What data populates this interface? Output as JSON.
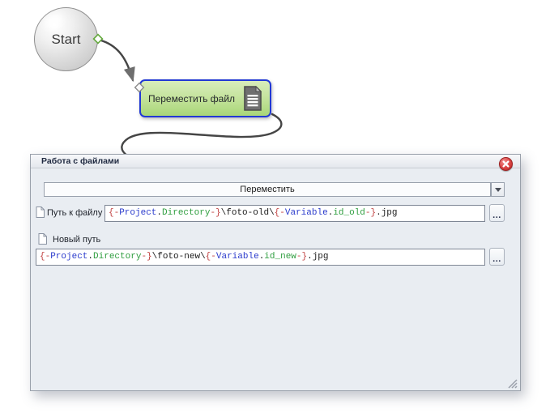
{
  "colors": {
    "macro_brace": "#c04040",
    "macro_object": "#2b3bcc",
    "macro_property": "#2f9e3f",
    "macro_literal": "#1c1c1c",
    "node_border": "#2239d4",
    "node_fill": "#b7dc88",
    "close_red": "#dd4848"
  },
  "flow": {
    "start_node": {
      "label": "Start"
    },
    "action_node": {
      "label": "Переместить файл",
      "icon": "document-icon"
    }
  },
  "icons": {
    "close": "close-icon",
    "dropdown_arrow": "chevron-down-icon",
    "document": "document-icon",
    "page": "page-icon",
    "resize": "resize-grip-icon"
  },
  "dialog": {
    "title": "Работа с файлами",
    "action_dropdown": {
      "value": "Переместить"
    },
    "fields": [
      {
        "label": "Путь к файлу",
        "value": "{-Project.Directory-}\\foto-old\\{-Variable.id_old-}.jpg",
        "browse_label": "...",
        "segments": [
          {
            "text": "{-",
            "type": "macro_brace"
          },
          {
            "text": "Project",
            "type": "macro_object"
          },
          {
            "text": ".",
            "type": "macro_literal"
          },
          {
            "text": "Directory",
            "type": "macro_property"
          },
          {
            "text": "-}",
            "type": "macro_brace"
          },
          {
            "text": "\\foto-old\\",
            "type": "macro_literal"
          },
          {
            "text": "{-",
            "type": "macro_brace"
          },
          {
            "text": "Variable",
            "type": "macro_object"
          },
          {
            "text": ".",
            "type": "macro_literal"
          },
          {
            "text": "id_old",
            "type": "macro_property"
          },
          {
            "text": "-}",
            "type": "macro_brace"
          },
          {
            "text": ".jpg",
            "type": "macro_literal"
          }
        ]
      },
      {
        "label": "Новый путь",
        "value": "{-Project.Directory-}\\foto-new\\{-Variable.id_new-}.jpg",
        "browse_label": "...",
        "segments": [
          {
            "text": "{-",
            "type": "macro_brace"
          },
          {
            "text": "Project",
            "type": "macro_object"
          },
          {
            "text": ".",
            "type": "macro_literal"
          },
          {
            "text": "Directory",
            "type": "macro_property"
          },
          {
            "text": "-}",
            "type": "macro_brace"
          },
          {
            "text": "\\foto-new\\",
            "type": "macro_literal"
          },
          {
            "text": "{-",
            "type": "macro_brace"
          },
          {
            "text": "Variable",
            "type": "macro_object"
          },
          {
            "text": ".",
            "type": "macro_literal"
          },
          {
            "text": "id_new",
            "type": "macro_property"
          },
          {
            "text": "-}",
            "type": "macro_brace"
          },
          {
            "text": ".jpg",
            "type": "macro_literal"
          }
        ]
      }
    ]
  }
}
